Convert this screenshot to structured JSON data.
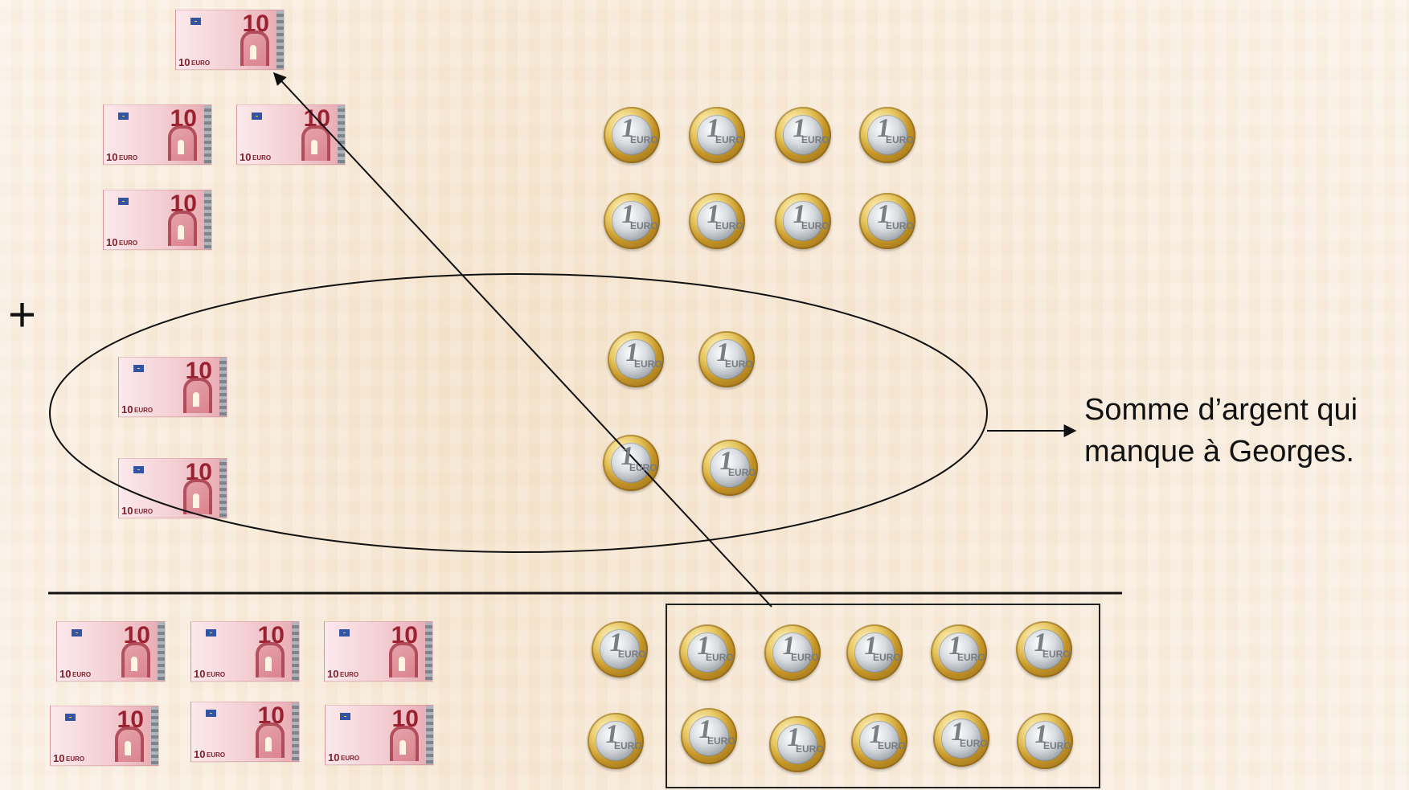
{
  "annotation": {
    "line1": "Somme d’argent qui",
    "line2": "manque à Georges."
  },
  "symbols": {
    "operator": "+"
  },
  "banknotes": {
    "top": [
      {
        "value": "10",
        "small_value": "10",
        "currency": "EURO"
      },
      {
        "value": "10",
        "small_value": "10",
        "currency": "EURO"
      },
      {
        "value": "10",
        "small_value": "10",
        "currency": "EURO"
      },
      {
        "value": "10",
        "small_value": "10",
        "currency": "EURO"
      }
    ],
    "missing": [
      {
        "value": "10",
        "small_value": "10",
        "currency": "EURO"
      },
      {
        "value": "10",
        "small_value": "10",
        "currency": "EURO"
      }
    ],
    "bottom": [
      {
        "value": "10",
        "small_value": "10",
        "currency": "EURO"
      },
      {
        "value": "10",
        "small_value": "10",
        "currency": "EURO"
      },
      {
        "value": "10",
        "small_value": "10",
        "currency": "EURO"
      },
      {
        "value": "10",
        "small_value": "10",
        "currency": "EURO"
      },
      {
        "value": "10",
        "small_value": "10",
        "currency": "EURO"
      },
      {
        "value": "10",
        "small_value": "10",
        "currency": "EURO"
      }
    ]
  },
  "coins": {
    "top": [
      {
        "value": "1",
        "currency": "EURO"
      },
      {
        "value": "1",
        "currency": "EURO"
      },
      {
        "value": "1",
        "currency": "EURO"
      },
      {
        "value": "1",
        "currency": "EURO"
      },
      {
        "value": "1",
        "currency": "EURO"
      },
      {
        "value": "1",
        "currency": "EURO"
      },
      {
        "value": "1",
        "currency": "EURO"
      },
      {
        "value": "1",
        "currency": "EURO"
      }
    ],
    "missing": [
      {
        "value": "1",
        "currency": "EURO"
      },
      {
        "value": "1",
        "currency": "EURO"
      },
      {
        "value": "1",
        "currency": "EURO"
      },
      {
        "value": "1",
        "currency": "EURO"
      }
    ],
    "bottom": [
      {
        "value": "1",
        "currency": "EURO"
      },
      {
        "value": "1",
        "currency": "EURO"
      },
      {
        "value": "1",
        "currency": "EURO"
      },
      {
        "value": "1",
        "currency": "EURO"
      },
      {
        "value": "1",
        "currency": "EURO"
      },
      {
        "value": "1",
        "currency": "EURO"
      },
      {
        "value": "1",
        "currency": "EURO"
      },
      {
        "value": "1",
        "currency": "EURO"
      },
      {
        "value": "1",
        "currency": "EURO"
      },
      {
        "value": "1",
        "currency": "EURO"
      },
      {
        "value": "1",
        "currency": "EURO"
      },
      {
        "value": "1",
        "currency": "EURO"
      }
    ]
  }
}
